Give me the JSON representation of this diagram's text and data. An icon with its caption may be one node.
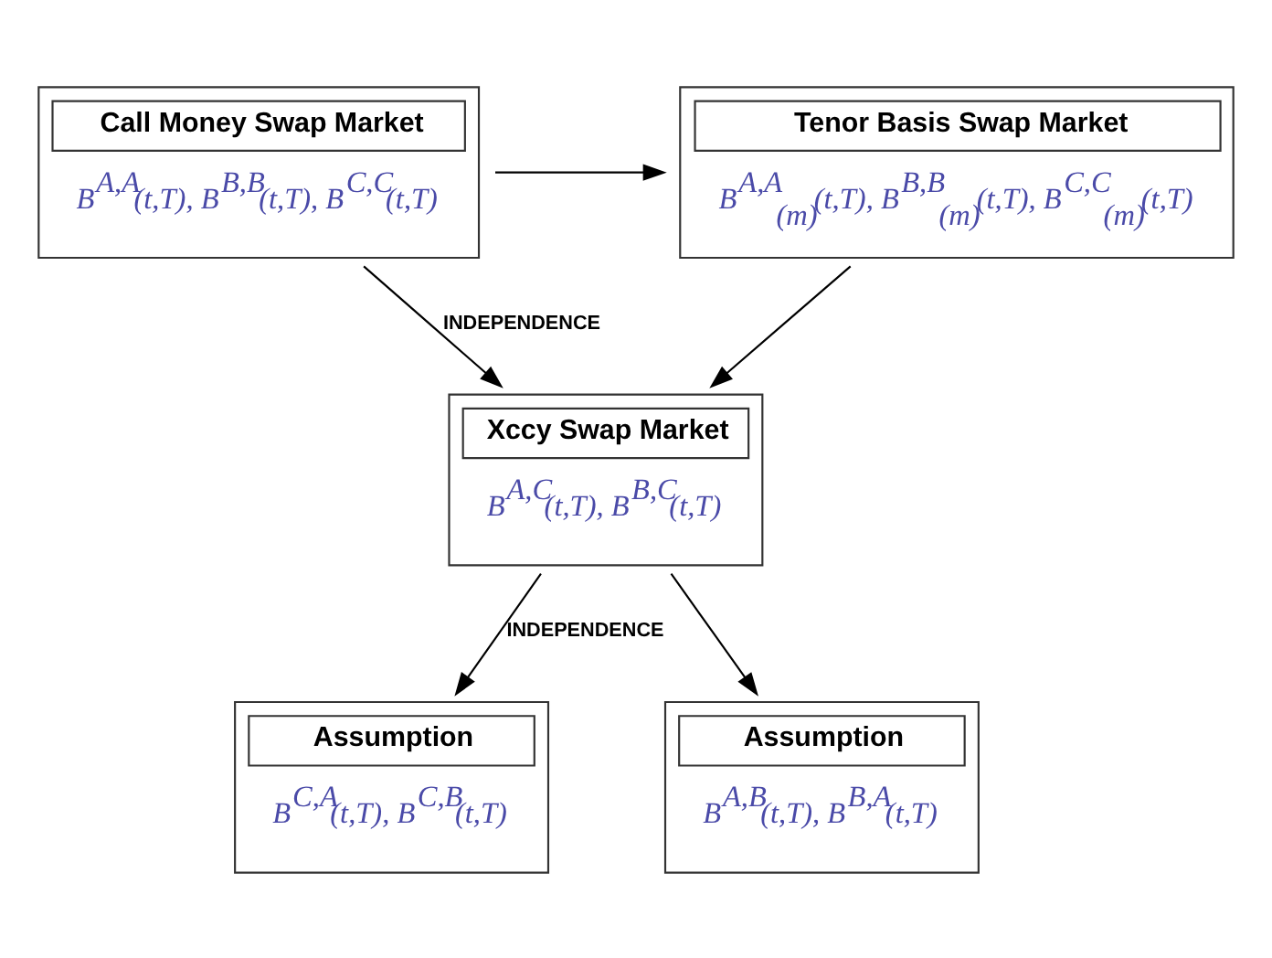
{
  "diagram": {
    "nodes": [
      {
        "text": [
          "Call Money Swap Market",
          "B$^{A,A}$(t,T), B$^{B,B}$(t,T), B$^{C,C}$(t,T)"
        ]
      },
      {
        "text": [
          "Tenor Basis Swap Market",
          "B$^{A,A}$$_{(m)}$(t,T), B$^{B,B}$$_{(m)}$(t,T), B$^{C,C}$$_{(m)}$(t,T)"
        ]
      },
      {
        "text": [
          "Xccy Swap Market",
          "B$^{A,C}$(t,T), B$^{B,C}$(t,T)"
        ]
      },
      {
        "text": [
          "Assumption",
          "B$^{C,A}$(t,T), B$^{C,B}$(t,T)"
        ]
      },
      {
        "text": [
          "Assumption",
          "B$^{A,B}$(t,T), B$^{B,A}$(t,T)"
        ]
      }
    ],
    "edges": [
      {
        "from": 0,
        "to": 1,
        "arrow": "to"
      },
      {
        "from": 0,
        "to": 2,
        "arrow": "to",
        "label": "INDEPENDENCE"
      },
      {
        "from": 1,
        "to": 2,
        "arrow": "to"
      },
      {
        "from": 2,
        "to": 3,
        "arrow": "to",
        "label": "INDEPENDENCE"
      },
      {
        "from": 2,
        "to": 4,
        "arrow": "to"
      }
    ]
  }
}
